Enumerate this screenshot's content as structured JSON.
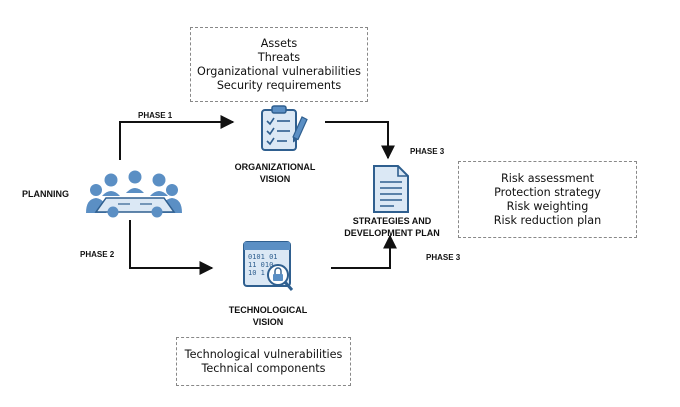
{
  "colors": {
    "icon_fill": "#5b8fc4",
    "icon_dark": "#2f5f8f",
    "icon_light": "#dbe8f5",
    "line": "#111111",
    "box_border": "#888888"
  },
  "boxes": {
    "org_inputs": [
      "Assets",
      "Threats",
      "Organizational vulnerabilities",
      "Security requirements"
    ],
    "strategy_outputs": [
      "Risk assessment",
      "Protection strategy",
      "Risk weighting",
      "Risk reduction plan"
    ],
    "tech_inputs": [
      "Technological vulnerabilities",
      "Technical components"
    ]
  },
  "nodes": {
    "planning": {
      "label": "PLANNING",
      "icon": "meeting-people-icon"
    },
    "org_vision": {
      "line1": "ORGANIZATIONAL",
      "line2": "VISION",
      "icon": "checklist-clipboard-icon"
    },
    "tech_vision": {
      "line1": "TECHNOLOGICAL",
      "line2": "VISION",
      "icon": "binary-lock-monitor-icon"
    },
    "strategies": {
      "line1": "STRATEGIES AND",
      "line2": "DEVELOPMENT PLAN",
      "icon": "document-icon"
    }
  },
  "phases": {
    "phase1": "PHASE 1",
    "phase2": "PHASE 2",
    "phase3_top": "PHASE 3",
    "phase3_bottom": "PHASE 3"
  }
}
